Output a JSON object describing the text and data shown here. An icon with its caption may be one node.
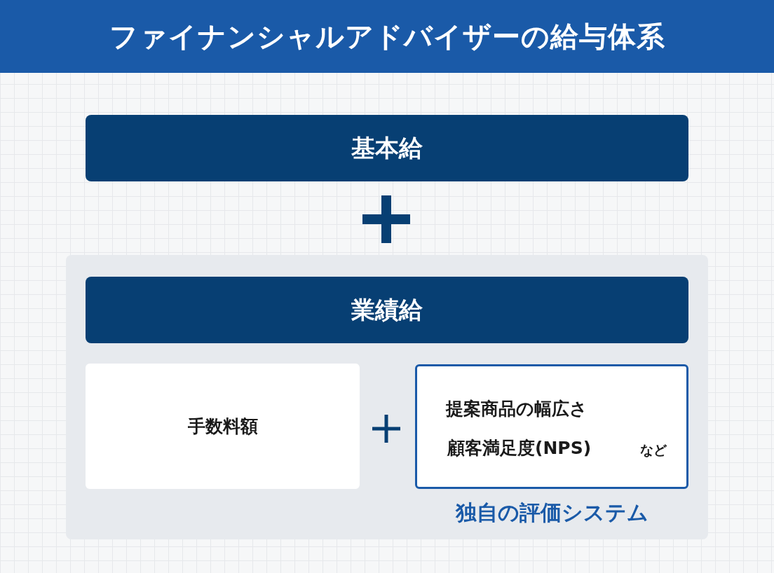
{
  "diagram": {
    "title": "ファイナンシャルアドバイザーの給与体系",
    "nodes": [
      {
        "text": [
          "基本給"
        ]
      },
      {
        "text": [],
        "shape": "box"
      },
      {
        "text": [
          "業績給"
        ],
        "in": 1
      },
      {
        "text": [
          "手数料額"
        ],
        "in": 1
      },
      {
        "text": [
          "提案商品の幅広さ",
          "顧客満足度(NPS)",
          "など"
        ],
        "in": 1,
        "beside": [
          "独自の評価システム"
        ]
      }
    ]
  }
}
